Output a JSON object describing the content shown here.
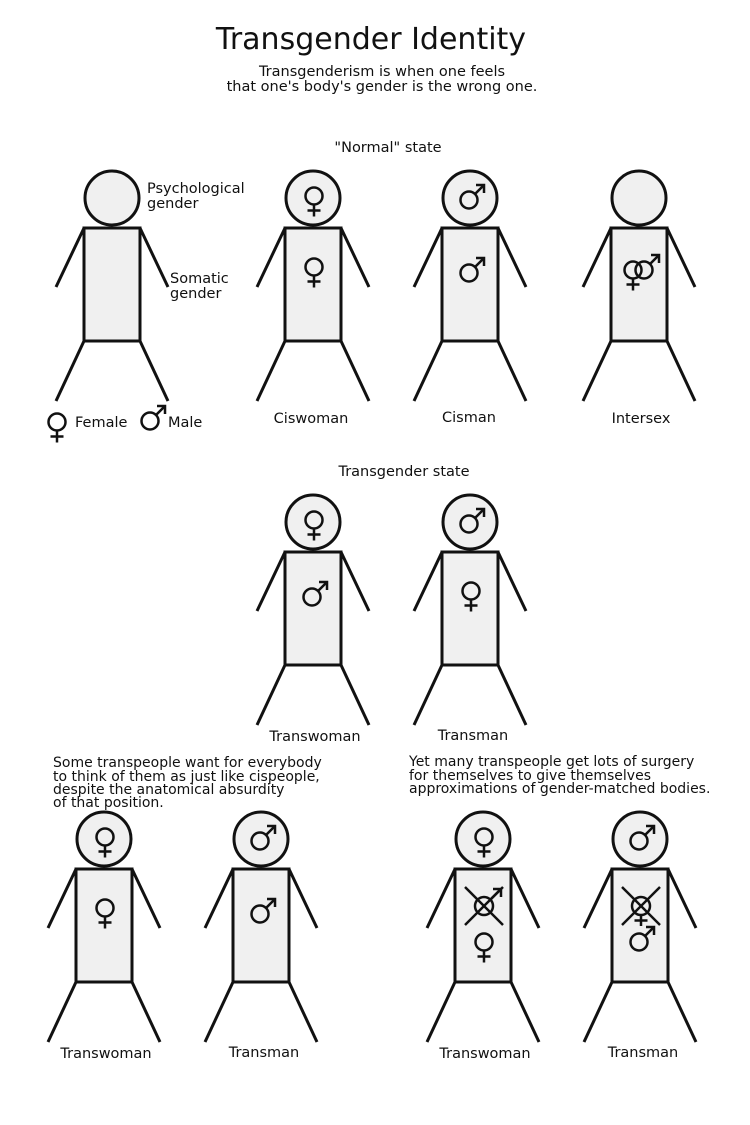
{
  "title": "Transgender Identity",
  "subtitle": [
    "Transgenderism is when one feels",
    "that one's body's gender is the wrong one."
  ],
  "sections": {
    "normal": "\"Normal\" state",
    "transgender": "Transgender state"
  },
  "legend": {
    "psychological": [
      "Psychological",
      "gender"
    ],
    "somatic": [
      "Somatic",
      "gender"
    ],
    "female": "Female",
    "male": "Male"
  },
  "figures": {
    "legend": {
      "label": "",
      "head": "none",
      "body": []
    },
    "ciswoman": {
      "label": "Ciswoman",
      "head": "female",
      "body": [
        "female"
      ]
    },
    "cisman": {
      "label": "Cisman",
      "head": "male",
      "body": [
        "male"
      ]
    },
    "intersex": {
      "label": "Intersex",
      "head": "none",
      "body": [
        "intersex"
      ]
    },
    "trans_woman": {
      "label": "Transwoman",
      "head": "female",
      "body": [
        "male"
      ]
    },
    "trans_man": {
      "label": "Transman",
      "head": "male",
      "body": [
        "female"
      ]
    },
    "wish_woman": {
      "label": "Transwoman",
      "head": "female",
      "body": [
        "female"
      ]
    },
    "wish_man": {
      "label": "Transman",
      "head": "male",
      "body": [
        "male"
      ]
    },
    "surg_woman": {
      "label": "Transwoman",
      "head": "female",
      "body": [
        "crossed-male",
        "female"
      ]
    },
    "surg_man": {
      "label": "Transman",
      "head": "male",
      "body": [
        "crossed-female",
        "male"
      ]
    }
  },
  "paragraphs": {
    "left": [
      "Some transpeople want for everybody",
      "to think of them as just like cispeople,",
      "despite the anatomical absurdity",
      "of that position."
    ],
    "right": [
      "Yet many transpeople get lots of surgery",
      "for themselves to give themselves",
      "approximations of gender-matched bodies."
    ]
  }
}
